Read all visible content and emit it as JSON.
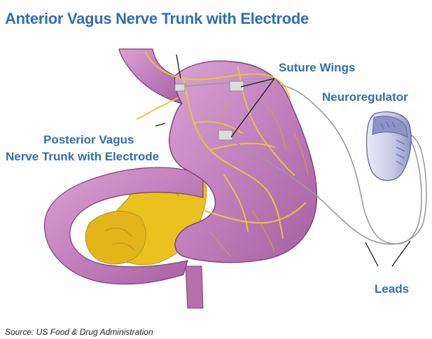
{
  "title": "Anterior Vagus Nerve Trunk with Electrode",
  "labels": {
    "suture_wings": "Suture Wings",
    "neuroregulator": "Neuroregulator",
    "posterior_line1": "Posterior Vagus",
    "posterior_line2": "Nerve Trunk with Electrode",
    "leads": "Leads"
  },
  "source": "Source: US Food & Drug Administration",
  "colors": {
    "label_blue": "#2f6fb3",
    "stomach": "#c98ac4",
    "nerve": "#e8c43a",
    "fat": "#e9c21f",
    "device": "#c9cbe6"
  }
}
